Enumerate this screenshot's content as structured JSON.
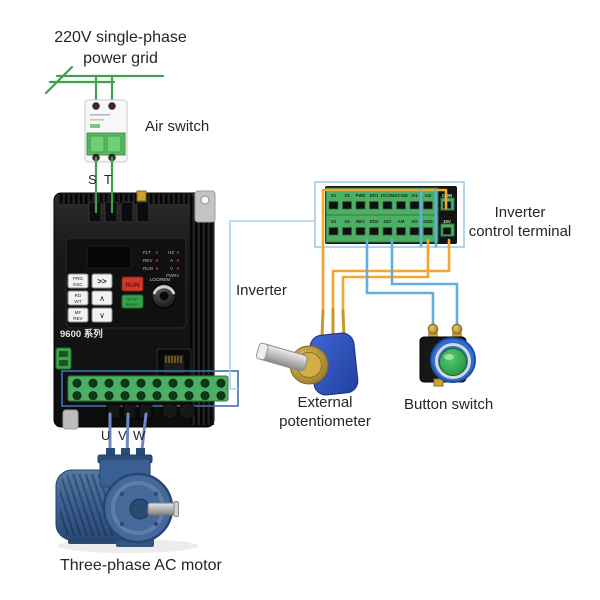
{
  "colors": {
    "wire_green": "#3ca24b",
    "wire_orange": "#f3a52f",
    "wire_blue": "#64aedd",
    "wire_motor_blue": "#7189c2",
    "callout_outline": "#aecfe8",
    "terminal_box_outline": "#3f6fa8",
    "terminal_green": "#4caf63",
    "inverter_black": "#161616",
    "run_button_red": "#d03a2c",
    "stop_button_green": "#35a14b",
    "motor_blue": "#3b5f92",
    "pot_blue": "#2f55c0",
    "button_dome_green": "#2fae4e"
  },
  "labels": {
    "power_grid": {
      "line1": "220V single-phase",
      "line2": "power grid"
    },
    "air_switch": "Air switch",
    "phase_s": "S",
    "phase_t": "T",
    "inverter": "Inverter",
    "control_terminal": {
      "line1": "Inverter",
      "line2": "control terminal"
    },
    "potentiometer": {
      "line1": "External",
      "line2": "potentiometer"
    },
    "button_switch": "Button switch",
    "phase_u": "U",
    "phase_v": "V",
    "phase_w": "W",
    "motor": "Three-phase AC motor"
  },
  "inverter": {
    "series": "9600 系列",
    "indicators_left": [
      "FLT",
      "REV",
      "RUN"
    ],
    "indicators_right": [
      "HZ",
      "A",
      "V",
      "PWR"
    ],
    "keypad": {
      "prg_top": "PRG",
      "prg_bot": "ESC",
      "shift": ">>",
      "rd_top": "RD",
      "rd_bot": "WT",
      "up": "∧",
      "fn_top": "MF",
      "fn_bot": "REV",
      "down": "∨",
      "run": "RUN",
      "stop_top": "STOP",
      "stop_bot": "RESET",
      "knob": "LOC/REM"
    }
  },
  "control_terminal_block": {
    "row_top": [
      "X1",
      "X3",
      "FWD",
      "DO1",
      "DCOM",
      "DCOM",
      "AI1",
      "AI2",
      "COM"
    ],
    "row_bottom": [
      "X2",
      "X4",
      "REV",
      "DO2",
      "24V",
      "AM",
      "AO",
      "GND",
      "10V"
    ]
  }
}
